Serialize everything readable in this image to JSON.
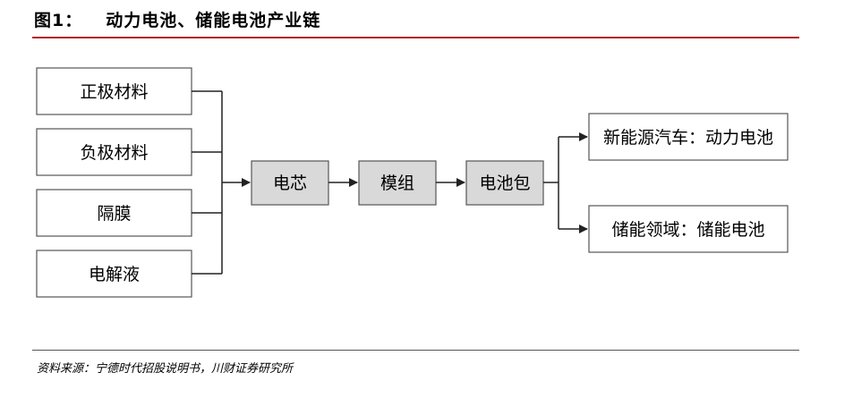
{
  "header": {
    "figure_no": "图1：",
    "title": "动力电池、储能电池产业链"
  },
  "diagram": {
    "materials": [
      "正极材料",
      "负极材料",
      "隔膜",
      "电解液"
    ],
    "chain": [
      "电芯",
      "模组",
      "电池包"
    ],
    "applications": [
      "新能源汽车：动力电池",
      "储能领域：储能电池"
    ]
  },
  "footer": {
    "source": "资料来源：宁德时代招股说明书，川财证券研究所"
  },
  "colors": {
    "accent_rule": "#b22222",
    "process_fill": "#d9d9d9",
    "box_stroke": "#555555"
  }
}
